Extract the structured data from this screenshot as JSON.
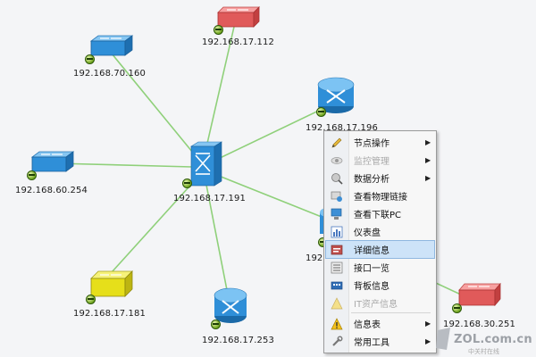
{
  "topology": {
    "nodes": [
      {
        "id": "n1",
        "type": "switch",
        "color": "red",
        "ip": "192.168.17.112"
      },
      {
        "id": "n2",
        "type": "switch",
        "color": "blue",
        "ip": "192.168.70.160"
      },
      {
        "id": "n3",
        "type": "router",
        "color": "blue",
        "ip": "192.168.17.196"
      },
      {
        "id": "n4",
        "type": "switch",
        "color": "blue",
        "ip": "192.168.60.254"
      },
      {
        "id": "n5",
        "type": "core-switch",
        "color": "blue",
        "ip": "192.168.17.191"
      },
      {
        "id": "n6",
        "type": "switch",
        "color": "yellow",
        "ip": "192.168.17.181"
      },
      {
        "id": "n7",
        "type": "router",
        "color": "blue",
        "ip": "192.168.17.253"
      },
      {
        "id": "n8",
        "type": "switch",
        "color": "red",
        "ip": "192.168.30.251"
      },
      {
        "id": "n9",
        "type": "router",
        "color": "blue",
        "ip": "192.1"
      }
    ],
    "link_color": "#8fd07a"
  },
  "context_menu": {
    "items": [
      {
        "label": "节点操作",
        "icon": "pencil-icon",
        "submenu": true,
        "disabled": false
      },
      {
        "label": "监控管理",
        "icon": "eye-icon",
        "submenu": true,
        "disabled": true
      },
      {
        "label": "数据分析",
        "icon": "analysis-icon",
        "submenu": true,
        "disabled": false
      },
      {
        "label": "查看物理链接",
        "icon": "physical-link-icon",
        "submenu": false,
        "disabled": false
      },
      {
        "label": "查看下联PC",
        "icon": "pc-icon",
        "submenu": false,
        "disabled": false
      },
      {
        "label": "仪表盘",
        "icon": "dashboard-icon",
        "submenu": false,
        "disabled": false
      },
      {
        "label": "详细信息",
        "icon": "details-icon",
        "submenu": false,
        "disabled": false,
        "highlighted": true
      },
      {
        "label": "接口一览",
        "icon": "interface-list-icon",
        "submenu": false,
        "disabled": false
      },
      {
        "label": "背板信息",
        "icon": "backplane-icon",
        "submenu": false,
        "disabled": false
      },
      {
        "label": "IT资产信息",
        "icon": "it-asset-icon",
        "submenu": false,
        "disabled": true
      },
      {
        "label": "信息表",
        "icon": "warning-icon",
        "submenu": true,
        "disabled": false
      },
      {
        "label": "常用工具",
        "icon": "wrench-icon",
        "submenu": true,
        "disabled": false
      }
    ]
  },
  "watermark": {
    "main": "ZOL.com.cn",
    "sub": "中关村在线"
  }
}
